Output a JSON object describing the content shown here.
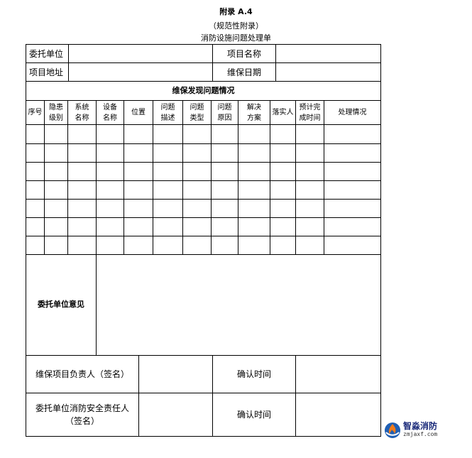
{
  "header": {
    "appendix": "附录 A.4",
    "subtitle": "（规范性附录）",
    "title": "消防设施问题处理单"
  },
  "info": {
    "client_label": "委托单位",
    "project_name_label": "项目名称",
    "project_address_label": "项目地址",
    "maintenance_date_label": "维保日期"
  },
  "section_title": "维保发现问题情况",
  "columns": [
    [
      "序号"
    ],
    [
      "隐患",
      "级别"
    ],
    [
      "系统",
      "名称"
    ],
    [
      "设备",
      "名称"
    ],
    [
      "位置"
    ],
    [
      "问题",
      "描述"
    ],
    [
      "问题",
      "类型"
    ],
    [
      "问题",
      "原因"
    ],
    [
      "解决",
      "方案"
    ],
    [
      "落实人"
    ],
    [
      "预计完",
      "成时间"
    ],
    [
      "处理情况"
    ]
  ],
  "empty_rows": 7,
  "opinion_label": "委托单位意见",
  "sign": {
    "leader_label": "维保项目负责人（签名）",
    "confirm_time_1": "确认时间",
    "safety_label": "委托单位消防安全责任人（签名）",
    "confirm_time_2": "确认时间"
  },
  "watermark": {
    "name": "智淼消防",
    "url": "zmjaxf.com",
    "icon": "fire-logo-icon"
  }
}
